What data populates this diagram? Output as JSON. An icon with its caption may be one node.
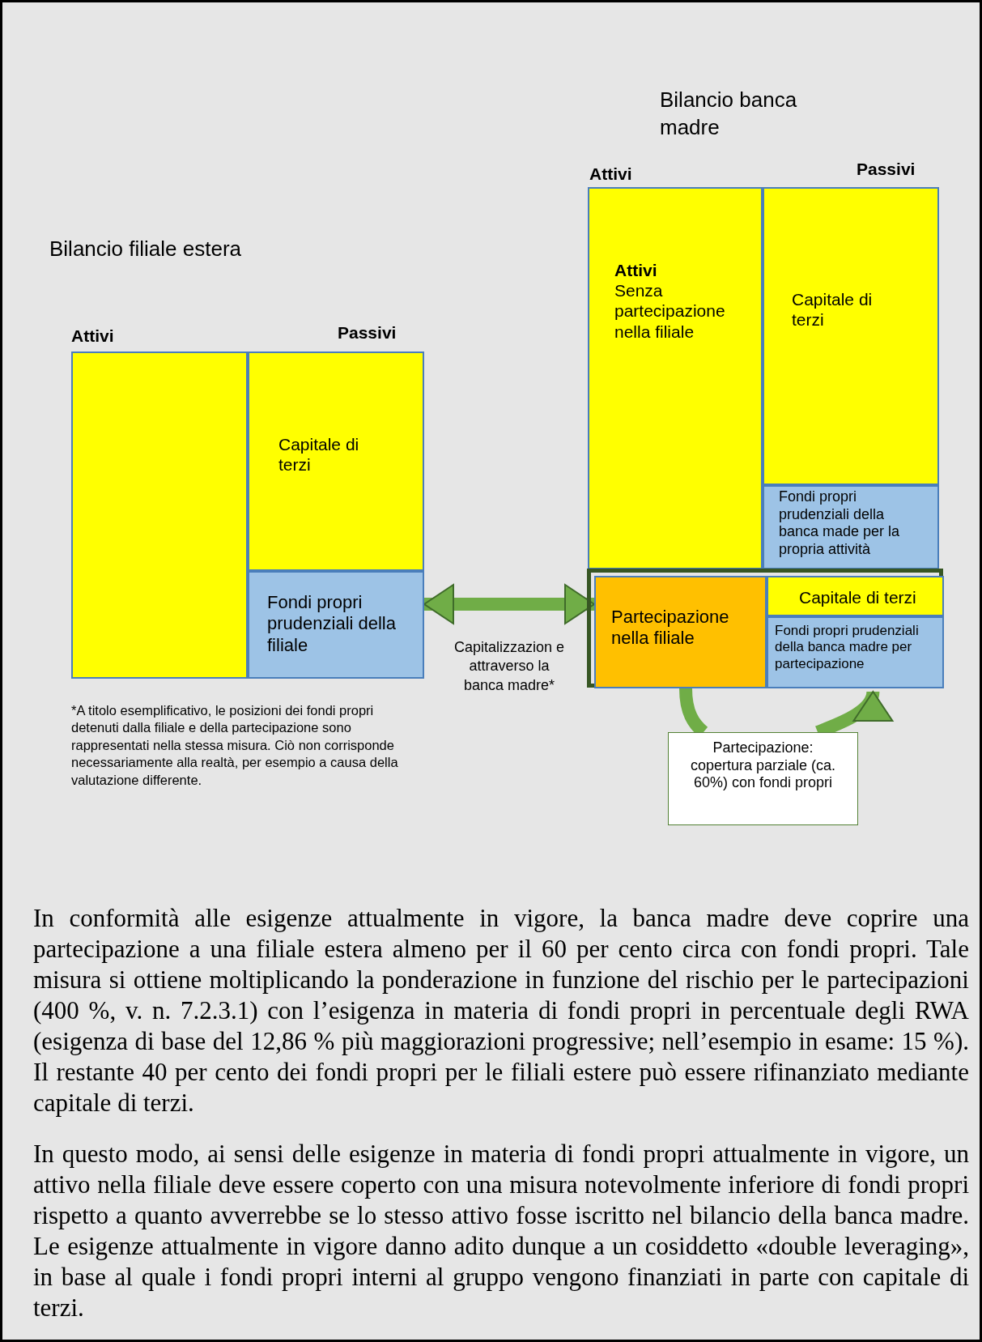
{
  "diagram": {
    "nodes": [
      {
        "text": [],
        "shape": "box"
      },
      {
        "text": [
          "Capitale di terzi"
        ]
      },
      {
        "text": [
          "Fondi propri prudenziali della filiale"
        ]
      },
      {
        "text": [
          "Attivi",
          "Senza partecipazione nella filiale"
        ]
      },
      {
        "text": [
          "Capitale di terzi"
        ]
      },
      {
        "text": [
          "Fondi propri prudenziali della banca made per la propria attività"
        ]
      },
      {
        "text": [],
        "shape": "box"
      },
      {
        "text": [
          "Partecipazione nella filiale"
        ],
        "in": 6
      },
      {
        "text": [
          "Capitale di terzi"
        ],
        "in": 6
      },
      {
        "text": [
          "Fondi propri prudenziali della banca madre per partecipazione"
        ],
        "in": 6
      },
      {
        "text": [
          "Partecipazione: copertura parziale (ca. 60%) con fondi propri"
        ]
      }
    ],
    "edges": [
      {
        "from": 2,
        "to": 7,
        "arrow": "both",
        "label": "Capitalizzazion e attraverso la banca madre*"
      },
      {
        "from": 7,
        "to": 10,
        "arrow": "none"
      },
      {
        "from": 10,
        "to": 9,
        "arrow": "to"
      }
    ],
    "labels": [
      "Bilancio banca madre",
      "Attivi",
      "Passivi",
      "Bilancio filiale estera",
      "Attivi",
      "Passivi",
      "*A titolo esemplificativo, le posizioni dei fondi propri detenuti dalla filiale e della partecipazione sono rappresentati nella stessa misura. Ciò non corrisponde necessariamente alla realtà, per esempio a causa della valutazione differente.",
      "In conformità alle esigenze attualmente in vigore, la banca madre deve coprire una partecipazione a una filiale estera almeno per il 60 per cento circa con fondi propri. Tale misura si ottiene moltiplicando la ponderazione in funzione del rischio per le partecipazioni (400 %, v. n. 7.2.3.1) con l’esigenza in materia di fondi propri in percentuale degli RWA (esigenza di base del 12,86 % più maggiorazioni progressive; nell’esempio in esame: 15 %). Il restante 40 per cento dei fondi propri per le filiali estere può essere rifinanziato mediante capitale di terzi.",
      "In questo modo, ai sensi delle esigenze in materia di fondi propri attualmente in vigore, un attivo nella filiale deve essere coperto con una misura notevolmente inferiore di fondi propri rispetto a quanto avverrebbe se lo stesso attivo fosse iscritto nel bilancio della banca madre. Le esigenze attualmente in vigore danno adito dunque a un cosiddetto «double leveraging», in base al quale i fondi propri interni al gruppo vengono finanziati in parte con capitale di terzi."
    ]
  }
}
